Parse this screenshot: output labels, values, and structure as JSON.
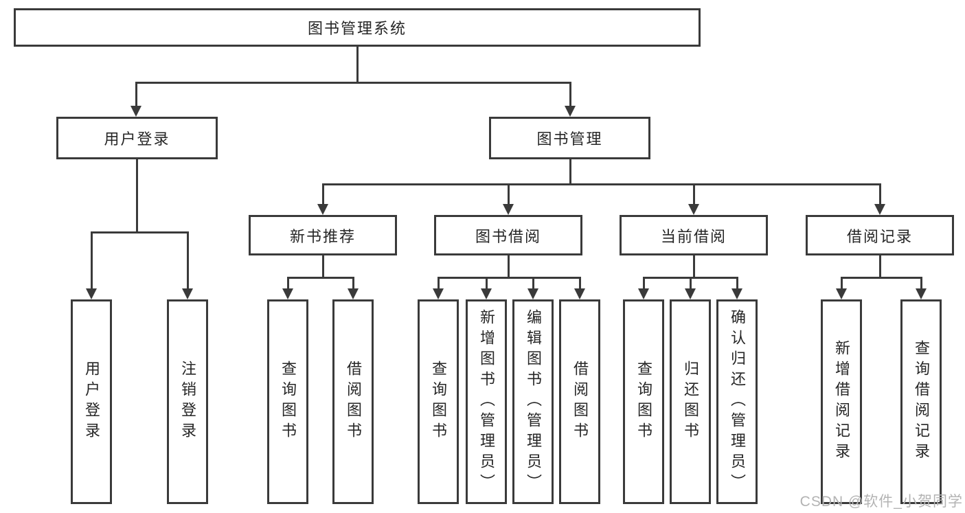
{
  "diagram": {
    "root": "图书管理系统",
    "branches": {
      "user_login": {
        "label": "用户登录",
        "children": [
          "用户登录",
          "注销登录"
        ]
      },
      "book_management": {
        "label": "图书管理",
        "children": {
          "new_book_recommend": {
            "label": "新书推荐",
            "children": [
              "查询图书",
              "借阅图书"
            ]
          },
          "book_borrow": {
            "label": "图书借阅",
            "children": [
              "查询图书",
              "新增图书（管理员）",
              "编辑图书（管理员）",
              "借阅图书"
            ]
          },
          "current_borrow": {
            "label": "当前借阅",
            "children": [
              "查询图书",
              "归还图书",
              "确认归还（管理员）"
            ]
          },
          "borrow_record": {
            "label": "借阅记录",
            "children": [
              "新增借阅记录",
              "查询借阅记录"
            ]
          }
        }
      }
    }
  },
  "watermark": "CSDN @软件_小贺同学",
  "colors": {
    "line": "#3a3a3a",
    "text": "#262626",
    "background": "#ffffff",
    "watermark": "#b3b3b3"
  }
}
